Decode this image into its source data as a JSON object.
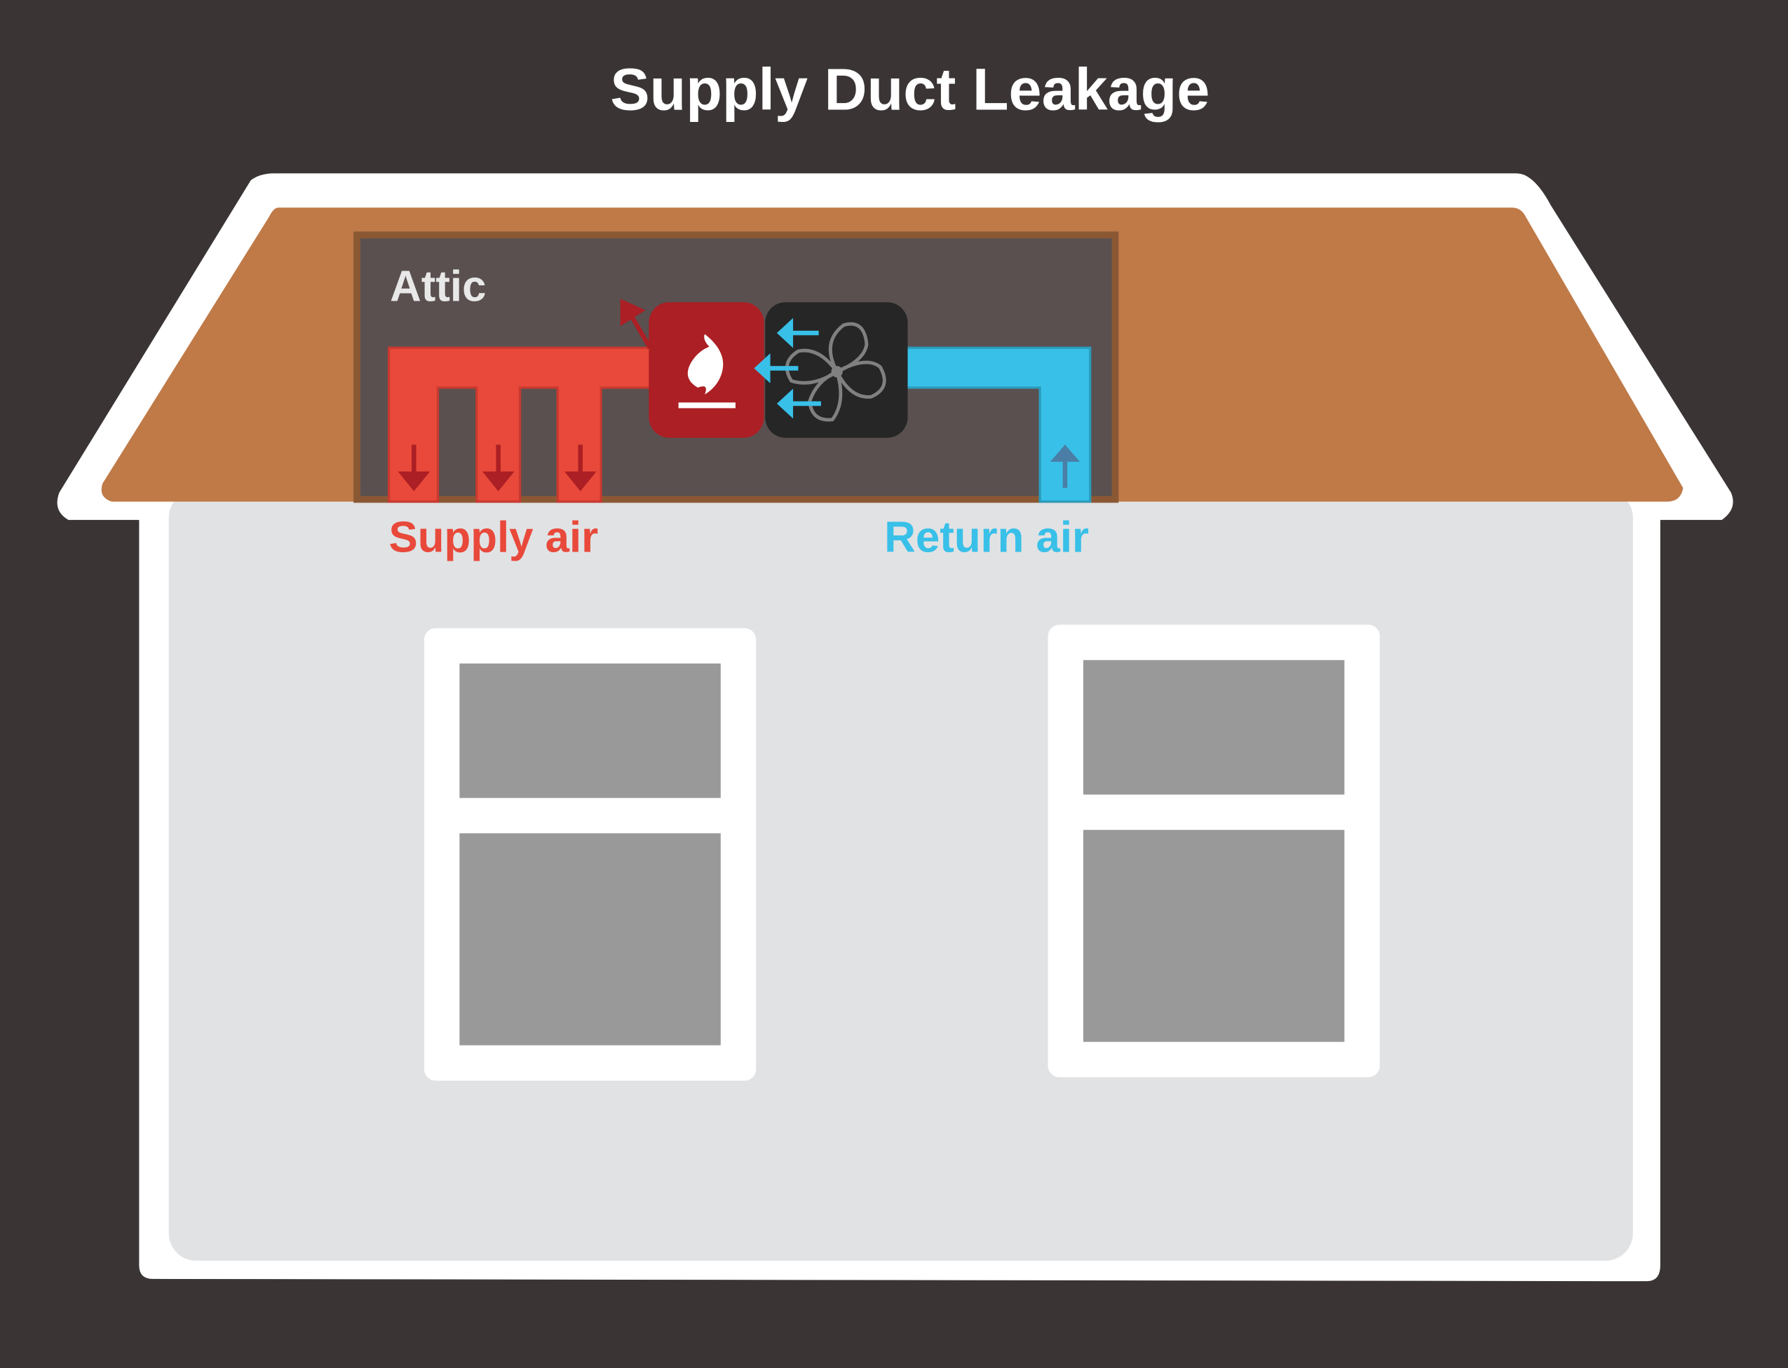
{
  "title": "Supply Duct Leakage",
  "labels": {
    "attic": "Attic",
    "supply_air": "Supply air",
    "return_air": "Return air"
  },
  "icons": [
    "furnace-flame-icon",
    "fan-icon",
    "arrow-down-icon",
    "arrow-up-icon",
    "arrow-left-icon",
    "leak-arrow-icon"
  ],
  "colors": {
    "background": "#3a3434",
    "roof": "#bf7a48",
    "attic": "#5a5050",
    "supply": "#e8493a",
    "furnace": "#ac1f24",
    "fan_box": "#262626",
    "return": "#38c0e8",
    "wall": "#e1e2e4",
    "window_glass": "#999999"
  }
}
